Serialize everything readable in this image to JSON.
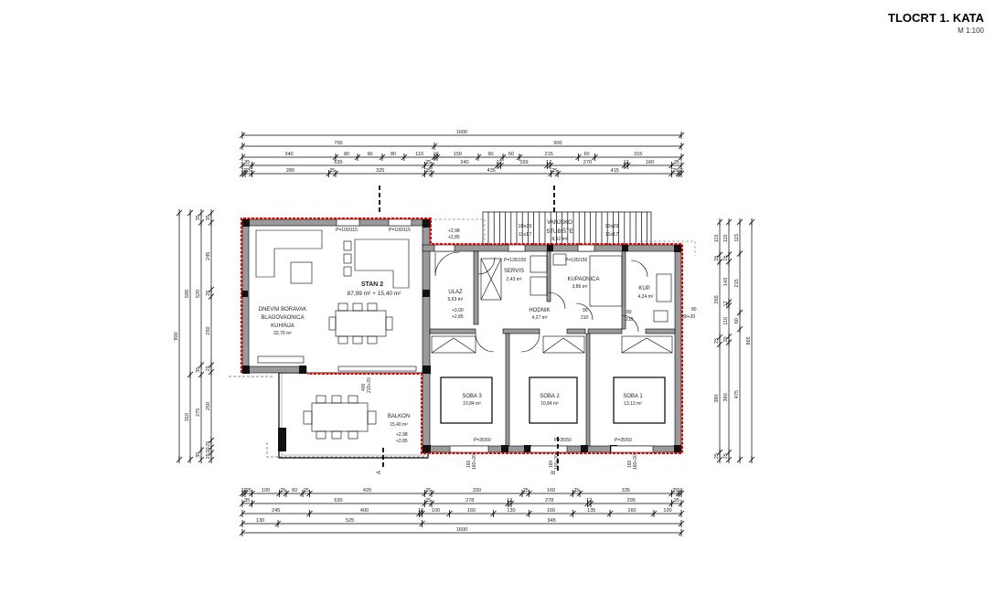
{
  "title": "TLOCRT 1. KATA",
  "scale": "M 1:100",
  "colors": {
    "outline": "#e00000",
    "wall": "#9a9a9a",
    "column": "#111111",
    "line": "#000000"
  },
  "unit": {
    "name": "STAN 2",
    "area": "87,99 m² + 15,40 m²"
  },
  "rooms": {
    "living": {
      "lines": [
        "DNEVNI BORAVAK",
        "BLAGOVAONICA",
        "KUHINJA"
      ],
      "area": "32,76 m²"
    },
    "entry": {
      "name": "ULAZ",
      "area": "5,63 m²"
    },
    "wc": {
      "name": "SERVIS",
      "area": "2,43 m²"
    },
    "bath": {
      "name": "KUPAONICA",
      "area": "3,86 m²"
    },
    "storage": {
      "name": "KUP.",
      "area": "4,24 m²"
    },
    "hall": {
      "name": "HODNIK",
      "area": "4,27 m²"
    },
    "stairs": {
      "lines": [
        "VANJSKO",
        "STUBIŠTE"
      ],
      "area": "8,92 m²",
      "steps_a": "10x29",
      "steps_b": "11x17"
    },
    "room3": {
      "name": "SOBA 3",
      "area": "10,84 m²"
    },
    "room2": {
      "name": "SOBA 2",
      "area": "10,84 m²"
    },
    "room1": {
      "name": "SOBA 1",
      "area": "13,13 m²"
    },
    "balcony": {
      "name": "BALKON",
      "area": "15,40 m²"
    }
  },
  "windows": {
    "living": "P=100/115",
    "wc_bath": "P=135/150",
    "bedrooms": "P=35/50",
    "bedroom_sill": "160",
    "bedroom_sill2": "160+20",
    "door_a": "90",
    "door_b": "210",
    "door_c": "80",
    "door_d": "80+20",
    "balcony_door_a": "400",
    "balcony_door_b": "215+20"
  },
  "levels": {
    "stairs_top": "+2,98",
    "stairs_bottom": "+2,85",
    "entry_top": "+3,00",
    "entry_bottom": "+2,85",
    "balcony_top": "+2,98",
    "balcony_bottom": "+2,85"
  },
  "sections": {
    "a": "A",
    "b": "B"
  },
  "dimensions": {
    "top": [
      [
        "1600"
      ],
      [
        "700",
        "900"
      ],
      [
        "340",
        "80",
        "90",
        "80",
        "110",
        "10",
        "150",
        "90",
        "60",
        "215",
        "60",
        "315"
      ],
      [
        "35",
        "630",
        "25",
        "240",
        "12",
        "169",
        "12",
        "270",
        "12",
        "160",
        "35"
      ],
      [
        "10",
        "25",
        "280",
        "25",
        "325",
        "25",
        "435",
        "25",
        "415",
        "25",
        "10"
      ]
    ],
    "bottom": [
      [
        "10",
        "25",
        "100",
        "25",
        "60",
        "25",
        "420",
        "25",
        "330",
        "25",
        "160",
        "25",
        "335",
        "25",
        "10"
      ],
      [
        "35",
        "630",
        "25",
        "278",
        "12",
        "278",
        "12",
        "295",
        "35"
      ],
      [
        "245",
        "400",
        "10",
        "100",
        "160",
        "130",
        "160",
        "135",
        "160",
        "100"
      ],
      [
        "130",
        "525",
        "945"
      ],
      [
        "1600"
      ]
    ],
    "left": [
      [
        "900"
      ],
      [
        "590",
        "310"
      ],
      [
        "35",
        "520",
        "35",
        "275",
        "35"
      ],
      [
        "35",
        "245",
        "25",
        "250",
        "25",
        "250",
        "25",
        "20",
        "25"
      ]
    ],
    "right": [
      [
        "115",
        "25",
        "265",
        "25",
        "380",
        "25"
      ],
      [
        "115",
        "25",
        "143",
        "12",
        "110",
        "20",
        "390",
        "25"
      ],
      [
        "115",
        "215",
        "60",
        "475"
      ],
      [
        "865"
      ]
    ]
  }
}
